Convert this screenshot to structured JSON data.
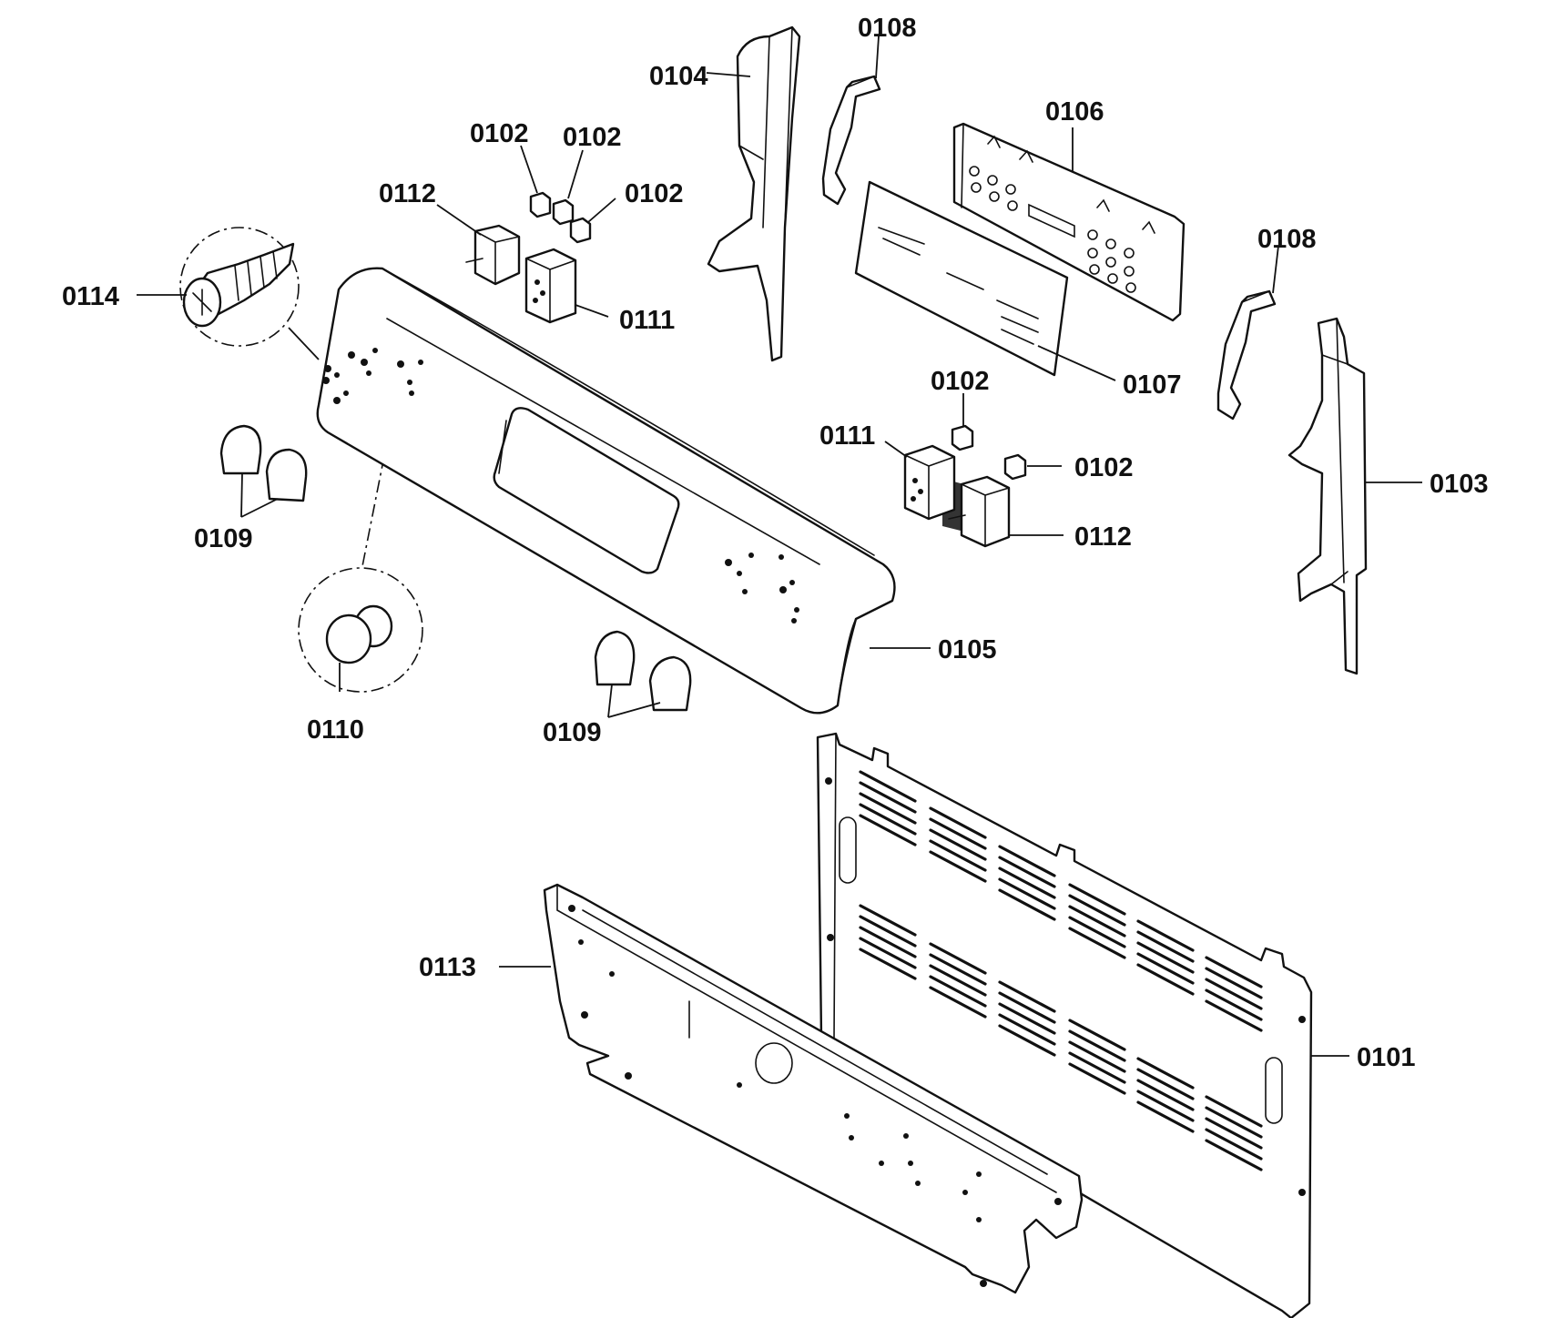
{
  "diagram": {
    "labels": {
      "p0101": "0101",
      "p0102a": "0102",
      "p0102b": "0102",
      "p0102c": "0102",
      "p0102d": "0102",
      "p0102e": "0102",
      "p0103": "0103",
      "p0104": "0104",
      "p0105": "0105",
      "p0106": "0106",
      "p0107": "0107",
      "p0108a": "0108",
      "p0108b": "0108",
      "p0109a": "0109",
      "p0109b": "0109",
      "p0110": "0110",
      "p0111a": "0111",
      "p0111b": "0111",
      "p0112a": "0112",
      "p0112b": "0112",
      "p0113": "0113",
      "p0114": "0114"
    }
  }
}
